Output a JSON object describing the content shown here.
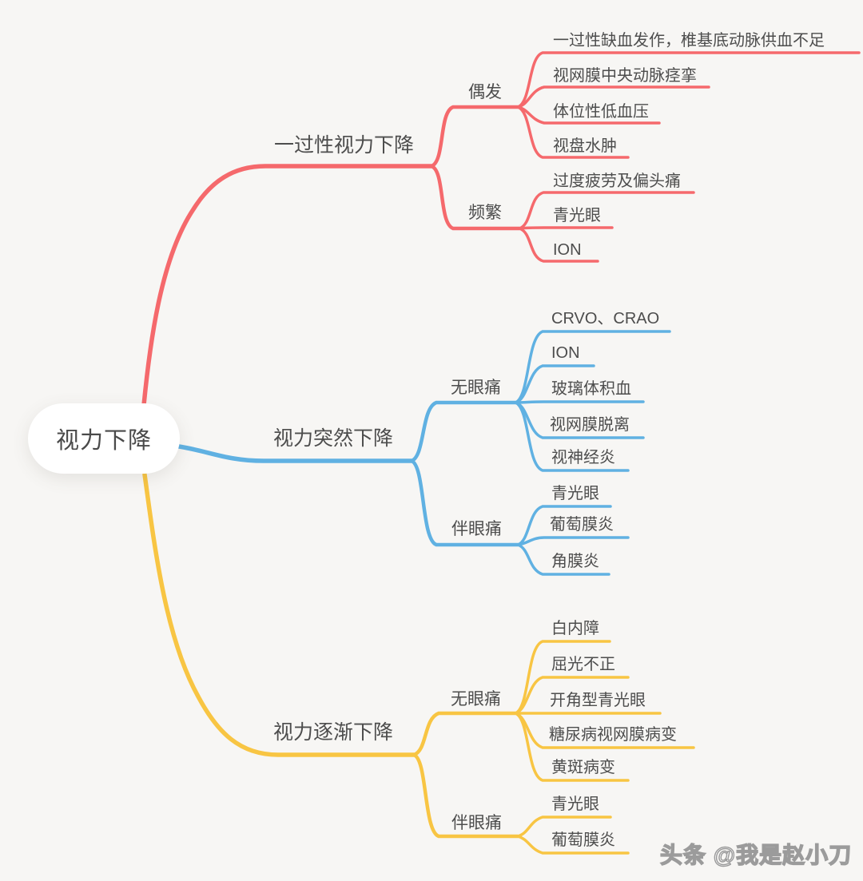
{
  "colors": {
    "red": "#f5696c",
    "blue": "#60b1e2",
    "yellow": "#f8c543",
    "text": "#4d4d4d",
    "background": "#f7f6f4",
    "root_bubble": "#ffffff"
  },
  "root": {
    "label": "视力下降"
  },
  "branches": [
    {
      "label": "一过性视力下降",
      "color": "#f5696c",
      "groups": [
        {
          "label": "偶发",
          "leaves": [
            "一过性缺血发作，椎基底动脉供血不足",
            "视网膜中央动脉痉挛",
            "体位性低血压",
            "视盘水肿"
          ]
        },
        {
          "label": "频繁",
          "leaves": [
            "过度疲劳及偏头痛",
            "青光眼",
            "ION"
          ]
        }
      ]
    },
    {
      "label": "视力突然下降",
      "color": "#60b1e2",
      "groups": [
        {
          "label": "无眼痛",
          "leaves": [
            "CRVO、CRAO",
            "ION",
            "玻璃体积血",
            "视网膜脱离",
            "视神经炎"
          ]
        },
        {
          "label": "伴眼痛",
          "leaves": [
            "青光眼",
            "葡萄膜炎",
            "角膜炎"
          ]
        }
      ]
    },
    {
      "label": "视力逐渐下降",
      "color": "#f8c543",
      "groups": [
        {
          "label": "无眼痛",
          "leaves": [
            "白内障",
            "屈光不正",
            "开角型青光眼",
            "糖尿病视网膜病变",
            "黄斑病变"
          ]
        },
        {
          "label": "伴眼痛",
          "leaves": [
            "青光眼",
            "葡萄膜炎"
          ]
        }
      ]
    }
  ],
  "watermark": "头条 @我是赵小刀"
}
